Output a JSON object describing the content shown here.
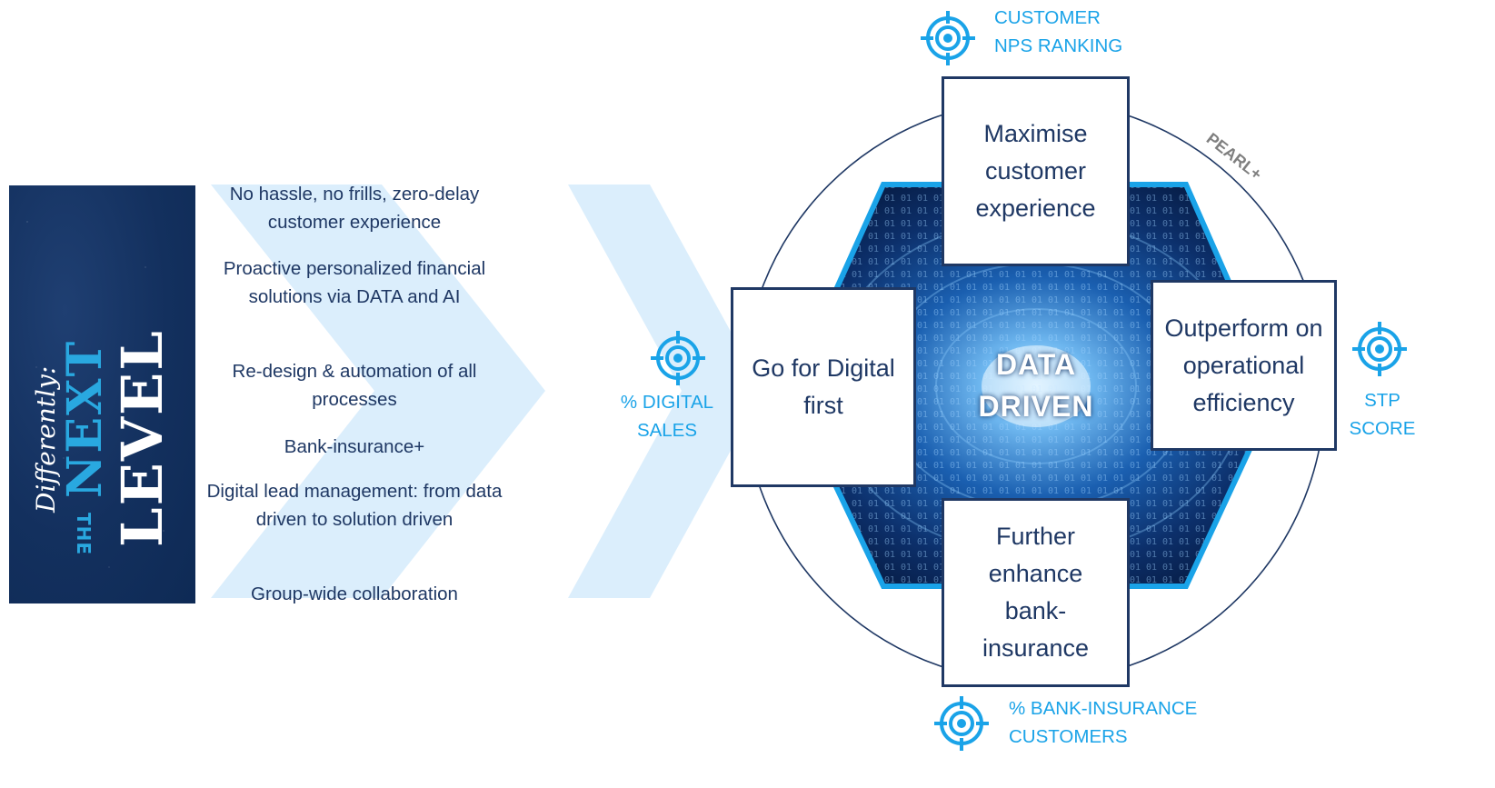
{
  "banner": {
    "script": "Differently:",
    "the": "THE",
    "next": "NEXT",
    "level": "LEVEL"
  },
  "bullets": [
    "No hassle, no frills, zero-delay customer experience",
    "Proactive personalized financial solutions via DATA and AI",
    "Re-design & automation  of all processes",
    "Bank-insurance+",
    "Digital lead management: from data driven to solution driven",
    "Group-wide collaboration"
  ],
  "pillars": {
    "top": "Maximise customer experience",
    "left": "Go for Digital first",
    "right": "Outperform on operational efficiency",
    "bottom": "Further enhance bank-insurance"
  },
  "center": {
    "line1": "DATA",
    "line2": "DRIVEN"
  },
  "ring_label": "PEARL+",
  "kpis": {
    "top": [
      "CUSTOMER",
      "NPS RANKING"
    ],
    "left": [
      "% DIGITAL",
      "SALES"
    ],
    "right": [
      "STP",
      "SCORE"
    ],
    "bottom": [
      "% BANK-INSURANCE",
      "CUSTOMERS"
    ]
  },
  "colors": {
    "navy": "#1f3864",
    "accent": "#1aa3e8",
    "chevron": "#dbeefc",
    "banner": "#13305e"
  },
  "icons": [
    "target-icon"
  ]
}
